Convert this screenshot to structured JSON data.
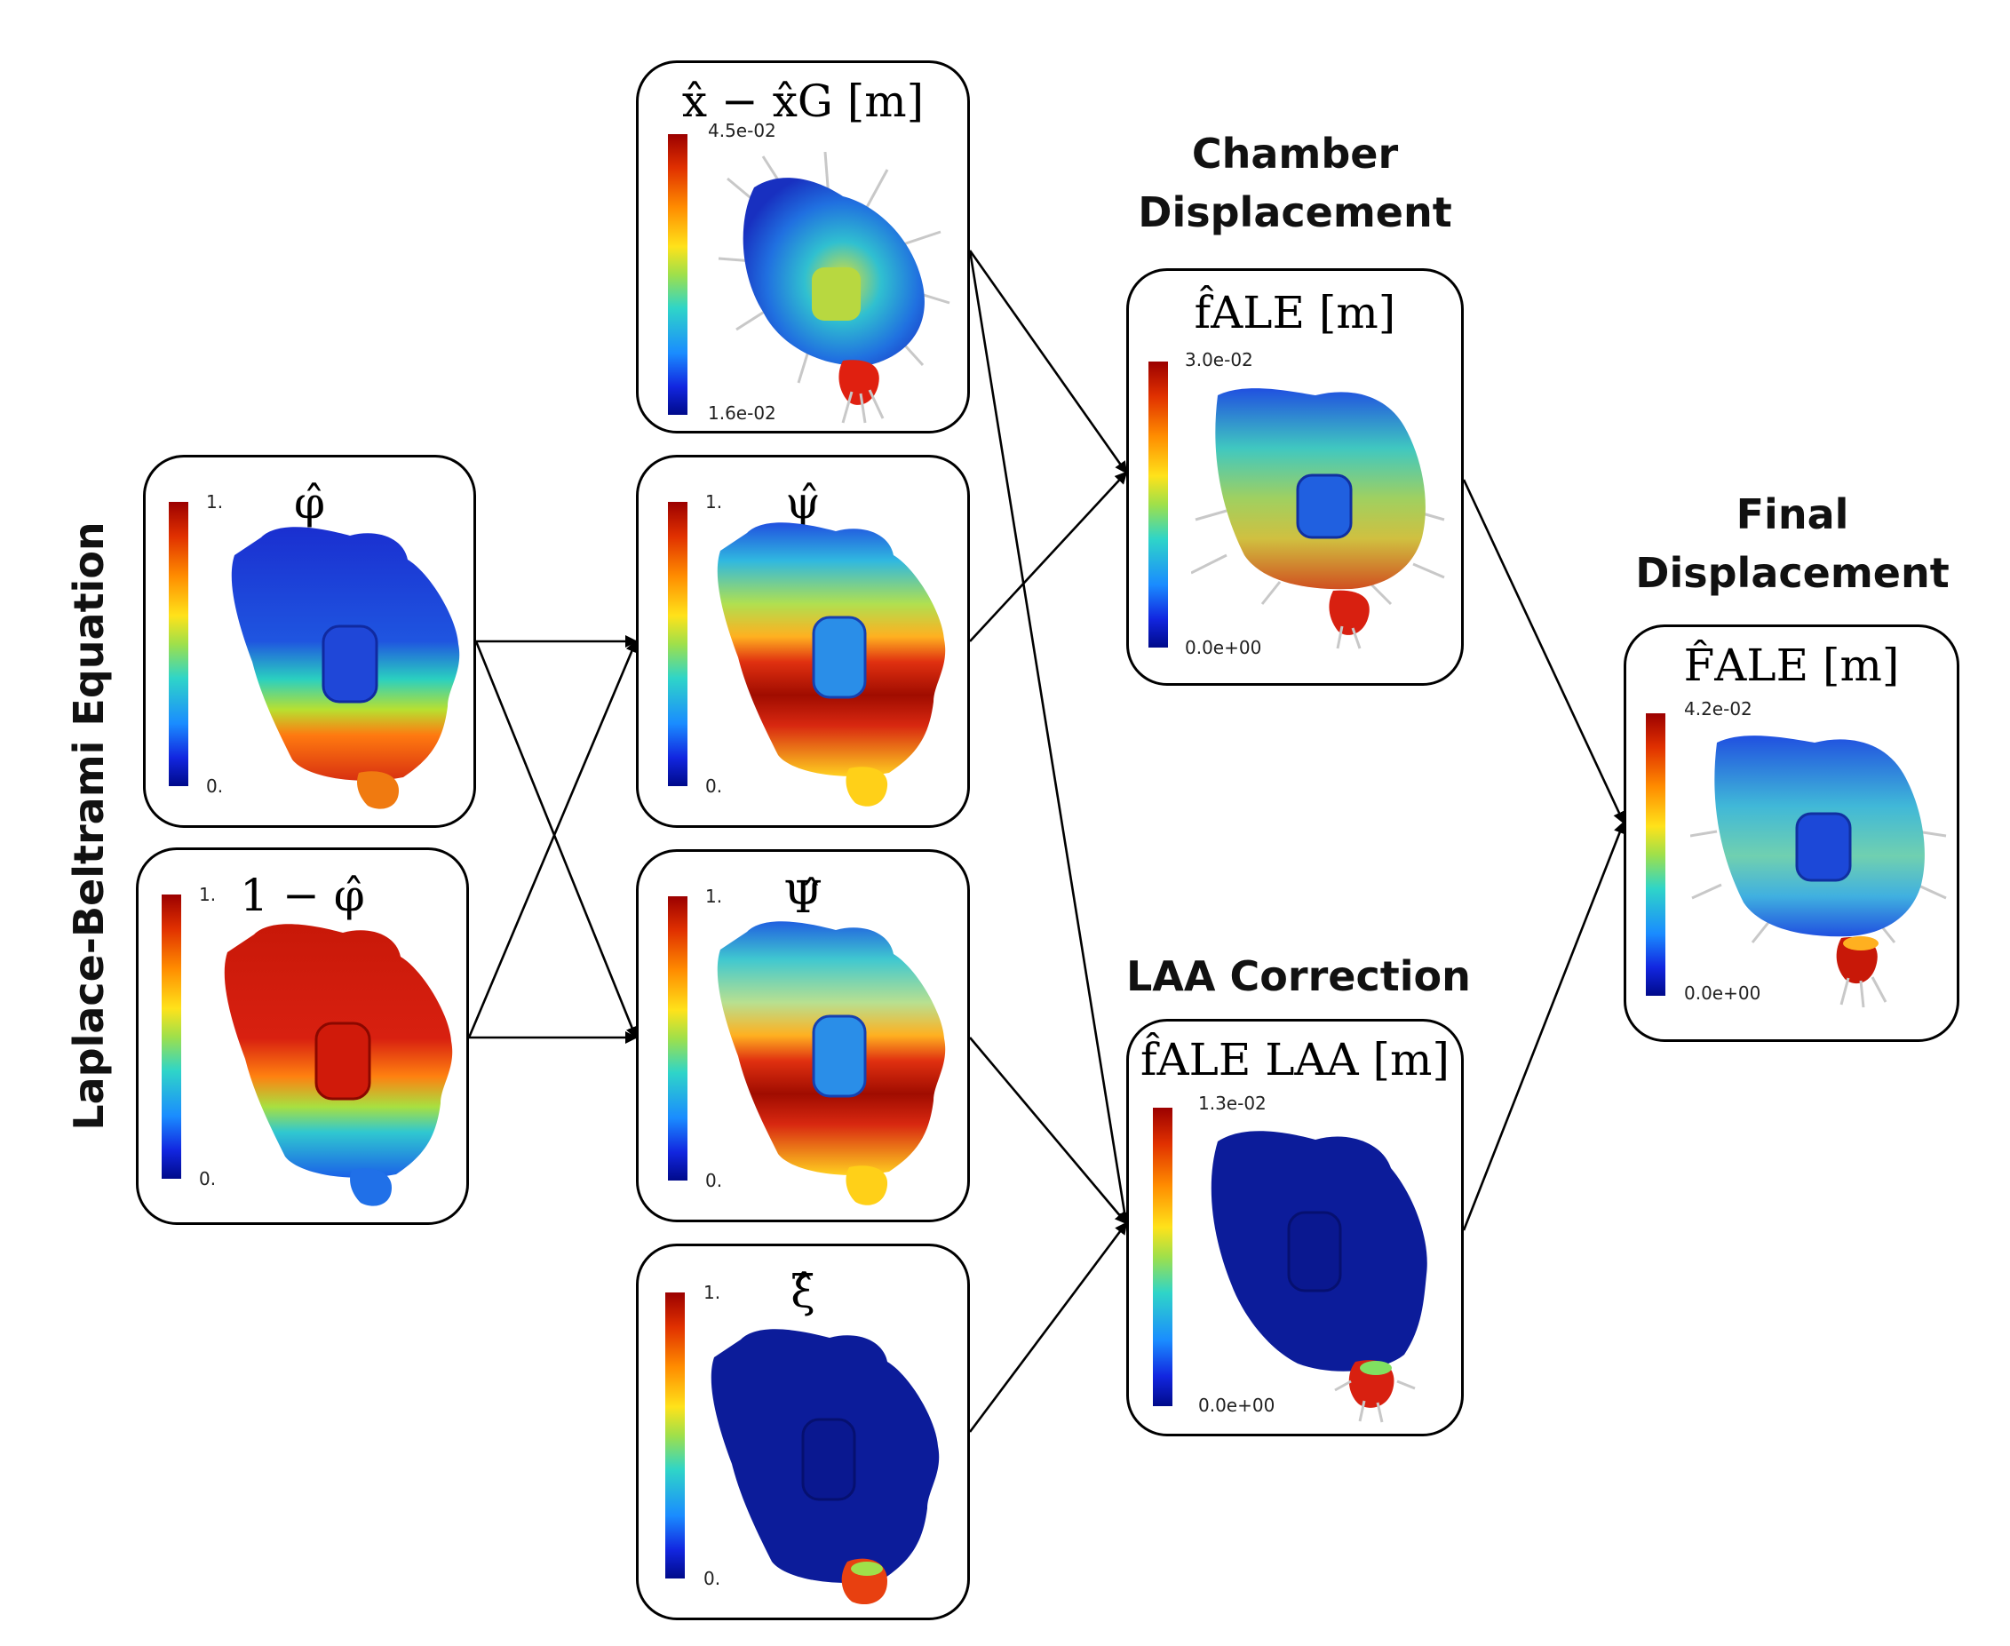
{
  "side_label": "Laplace-Beltrami Equation",
  "headings": {
    "chamber": [
      "Chamber",
      "Displacement"
    ],
    "final": [
      "Final",
      "Displacement"
    ],
    "laa": "LAA Correction"
  },
  "panels": {
    "phi": {
      "title": "φ̂",
      "top_tick": "1.",
      "bottom_tick": "0."
    },
    "one_minus": {
      "title": "1 − φ̂",
      "top_tick": "1.",
      "bottom_tick": "0."
    },
    "xdiff": {
      "title": "x̂ − x̂G [m]",
      "top_tick": "4.5e-02",
      "bottom_tick": "1.6e-02"
    },
    "psi": {
      "title": "ψ̂",
      "top_tick": "1.",
      "bottom_tick": "0."
    },
    "Psi": {
      "title": "Ψ̂",
      "top_tick": "1.",
      "bottom_tick": "0."
    },
    "xi": {
      "title": "ξ̂",
      "top_tick": "1.",
      "bottom_tick": "0."
    },
    "f_ale": {
      "title": "f̂ALE [m]",
      "top_tick": "3.0e-02",
      "bottom_tick": "0.0e+00"
    },
    "f_laa": {
      "title": "f̂ALE LAA [m]",
      "top_tick": "1.3e-02",
      "bottom_tick": "0.0e+00"
    },
    "F_ale": {
      "title": "F̂ALE [m]",
      "top_tick": "4.2e-02",
      "bottom_tick": "0.0e+00"
    }
  },
  "colormap": [
    "#9b0000",
    "#e03000",
    "#ff8c00",
    "#ffe21a",
    "#9fe04a",
    "#2fd5c8",
    "#1a8cff",
    "#1226e0",
    "#000a8a"
  ]
}
